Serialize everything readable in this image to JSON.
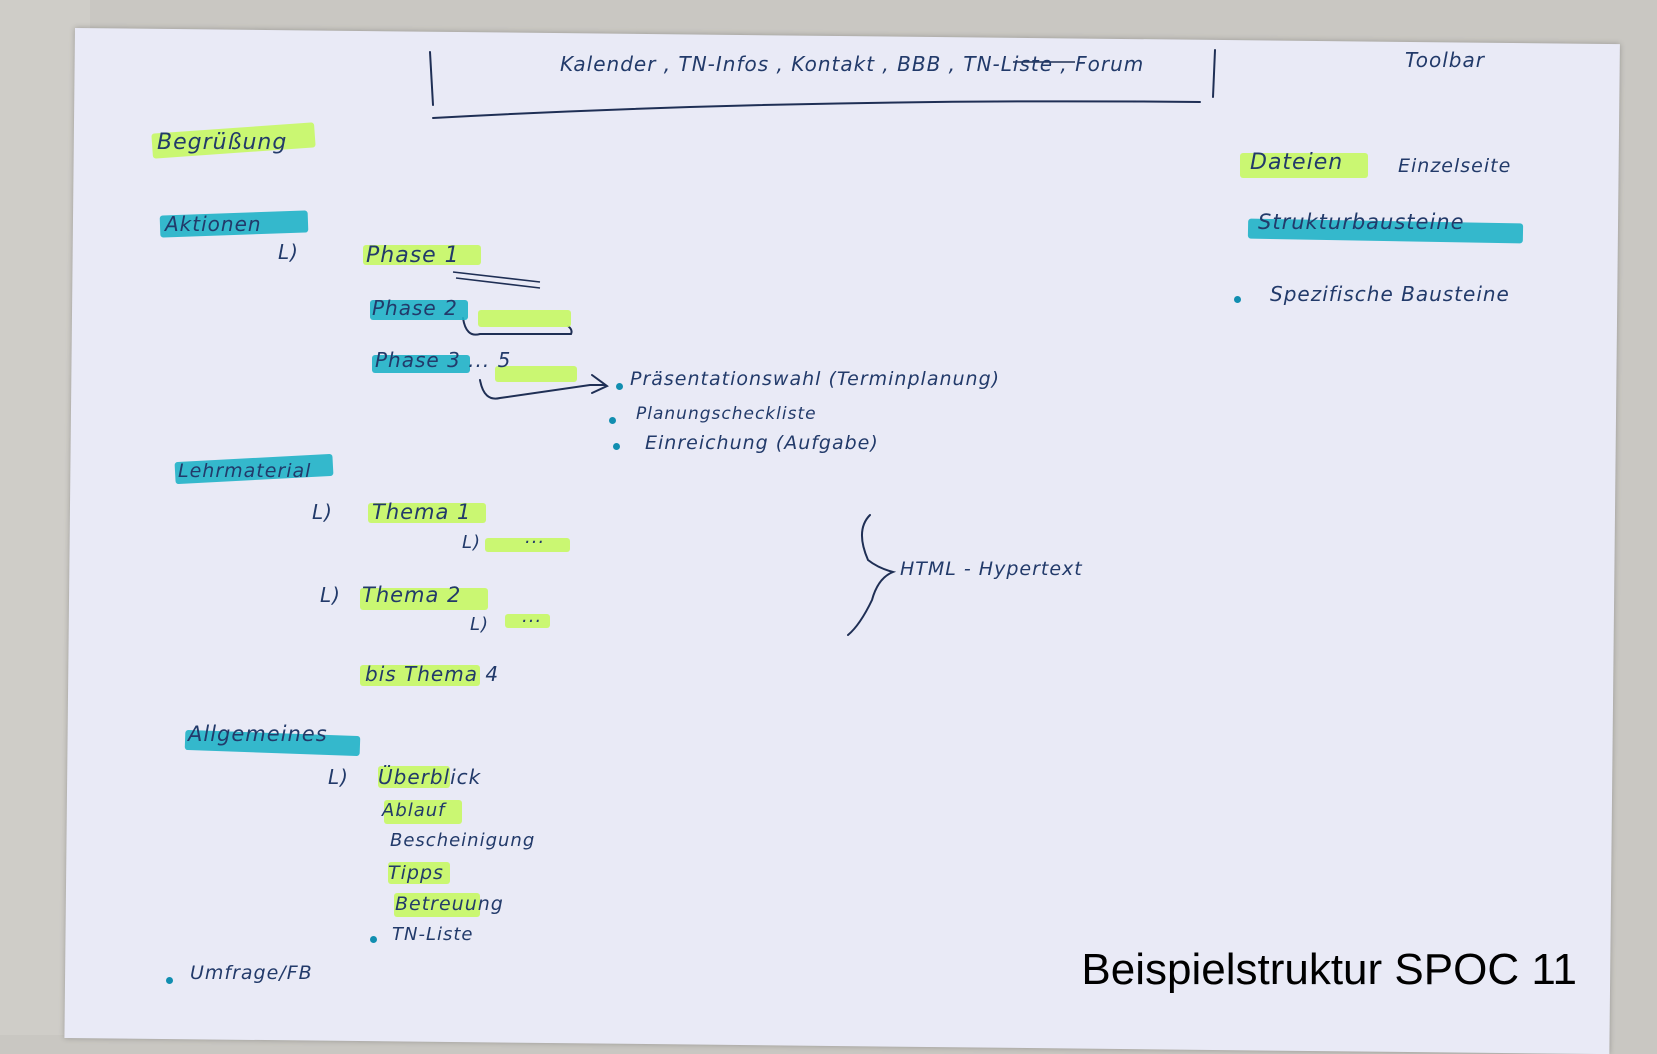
{
  "toolbar": {
    "items_text": "Kalender , TN-Infos , Kontakt , BBB , TN-Liste , Forum",
    "label": "Toolbar"
  },
  "left": {
    "begruessung": "Begrüßung",
    "aktionen": "Aktionen",
    "phase1": "Phase 1",
    "phase2": "Phase 2",
    "phase35": "Phase 3 ... 5",
    "praesentation": "Präsentationswahl (Terminplanung)",
    "planung": "Planungscheckliste",
    "einreichung": "Einreichung (Aufgabe)",
    "lehrmaterial": "Lehrmaterial",
    "thema1": "Thema 1",
    "thema1_sub": "...",
    "thema2": "Thema 2",
    "thema2_sub": "...",
    "bis_thema4": "bis Thema 4",
    "html_hypertext": "HTML - Hypertext",
    "allgemeines": "Allgemeines",
    "ueberblick": "Überblick",
    "ablauf": "Ablauf",
    "bescheinigung": "Bescheinigung",
    "tipps": "Tipps",
    "betreuung": "Betreuung",
    "tn_liste": "TN-Liste",
    "umfrage": "Umfrage/FB"
  },
  "right": {
    "dateien": "Dateien",
    "einzelseite": "Einzelseite",
    "strukturbausteine": "Strukturbausteine",
    "spezifische": "Spezifische Bausteine"
  },
  "caption": "Beispielstruktur SPOC 11"
}
